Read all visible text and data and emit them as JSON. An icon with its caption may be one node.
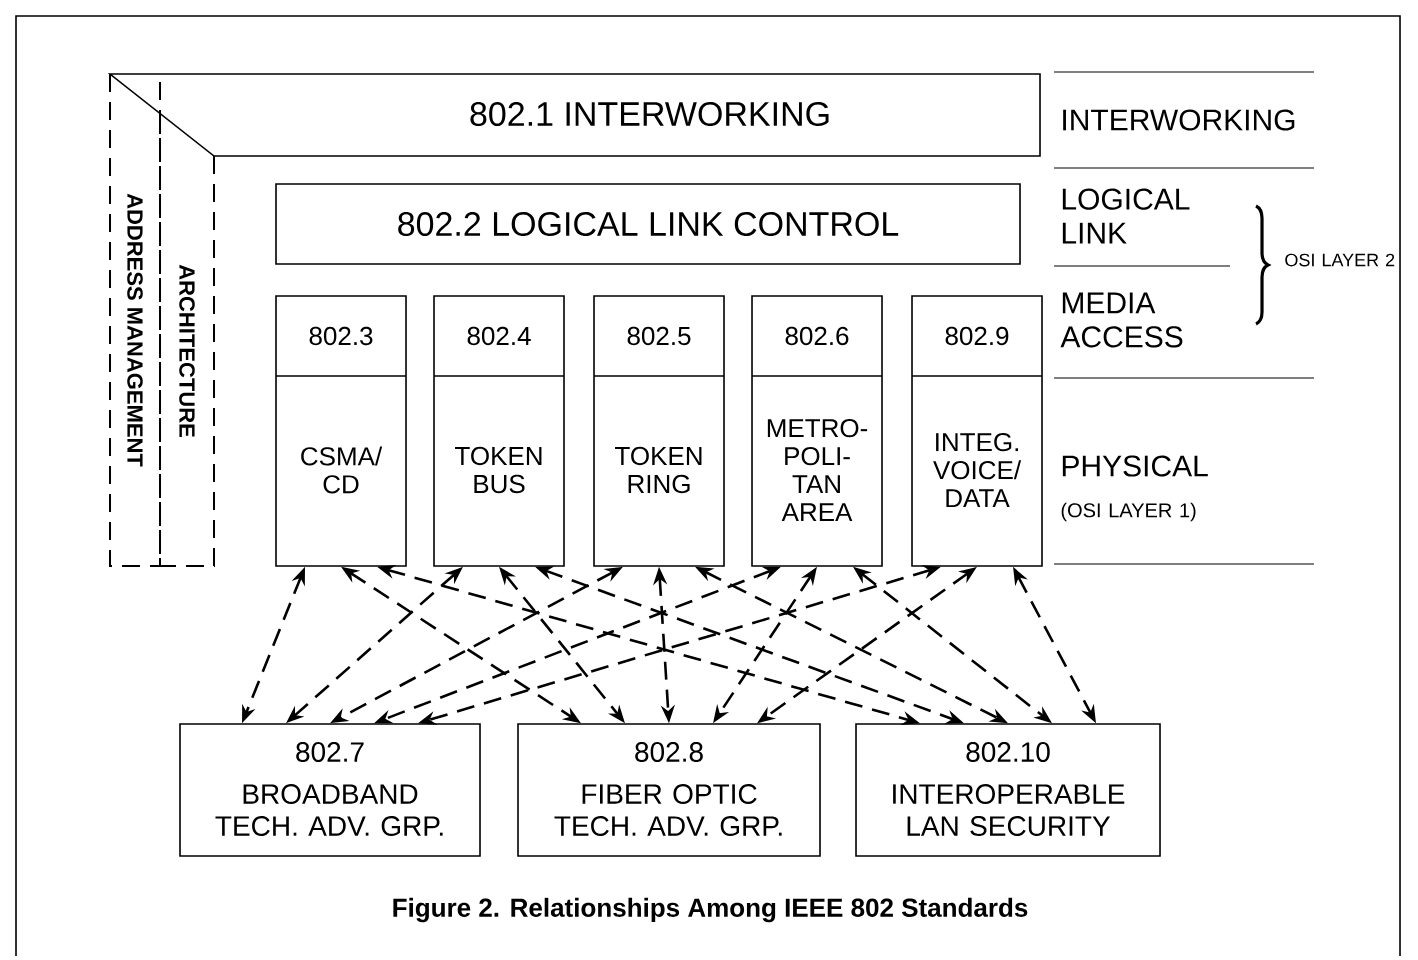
{
  "diagram": {
    "caption": "Figure 2.  Relationships Among IEEE 802 Standards",
    "nodes": [
      {
        "text": [
          "802.1 INTERWORKING"
        ]
      },
      {
        "text": [
          "ADDRESS MANAGEMENT"
        ]
      },
      {
        "text": [
          "ARCHITECTURE"
        ]
      },
      {
        "text": [
          "802.2 LOGICAL LINK CONTROL"
        ]
      },
      {
        "text": [
          "802.3",
          "CSMA/ CD"
        ]
      },
      {
        "text": [
          "802.4",
          "TOKEN BUS"
        ]
      },
      {
        "text": [
          "802.5",
          "TOKEN RING"
        ]
      },
      {
        "text": [
          "802.6",
          "METRO- POLI- TAN AREA"
        ]
      },
      {
        "text": [
          "802.9",
          "INTEG. VOICE/ DATA"
        ]
      },
      {
        "text": [
          "802.7",
          "BROADBAND TECH. ADV. GRP."
        ]
      },
      {
        "text": [
          "802.8",
          "FIBER OPTIC TECH. ADV. GRP."
        ]
      },
      {
        "text": [
          "802.10",
          "INTEROPERABLE LAN SECURITY"
        ]
      }
    ],
    "edges": [
      {
        "from": 4,
        "to": 9,
        "arrow": "both",
        "style": "dashed"
      },
      {
        "from": 4,
        "to": 10,
        "arrow": "both",
        "style": "dashed"
      },
      {
        "from": 4,
        "to": 11,
        "arrow": "both",
        "style": "dashed"
      },
      {
        "from": 5,
        "to": 9,
        "arrow": "both",
        "style": "dashed"
      },
      {
        "from": 5,
        "to": 10,
        "arrow": "both",
        "style": "dashed"
      },
      {
        "from": 5,
        "to": 11,
        "arrow": "both",
        "style": "dashed"
      },
      {
        "from": 6,
        "to": 9,
        "arrow": "both",
        "style": "dashed"
      },
      {
        "from": 6,
        "to": 10,
        "arrow": "both",
        "style": "dashed"
      },
      {
        "from": 6,
        "to": 11,
        "arrow": "both",
        "style": "dashed"
      },
      {
        "from": 7,
        "to": 9,
        "arrow": "both",
        "style": "dashed"
      },
      {
        "from": 7,
        "to": 10,
        "arrow": "both",
        "style": "dashed"
      },
      {
        "from": 7,
        "to": 11,
        "arrow": "both",
        "style": "dashed"
      },
      {
        "from": 8,
        "to": 9,
        "arrow": "both",
        "style": "dashed"
      },
      {
        "from": 8,
        "to": 10,
        "arrow": "both",
        "style": "dashed"
      },
      {
        "from": 8,
        "to": 11,
        "arrow": "both",
        "style": "dashed"
      }
    ],
    "labels": [
      "INTERWORKING",
      "LOGICAL LINK",
      "MEDIA ACCESS",
      "OSI LAYER 2",
      "PHYSICAL",
      "(OSI LAYER 1)"
    ]
  }
}
